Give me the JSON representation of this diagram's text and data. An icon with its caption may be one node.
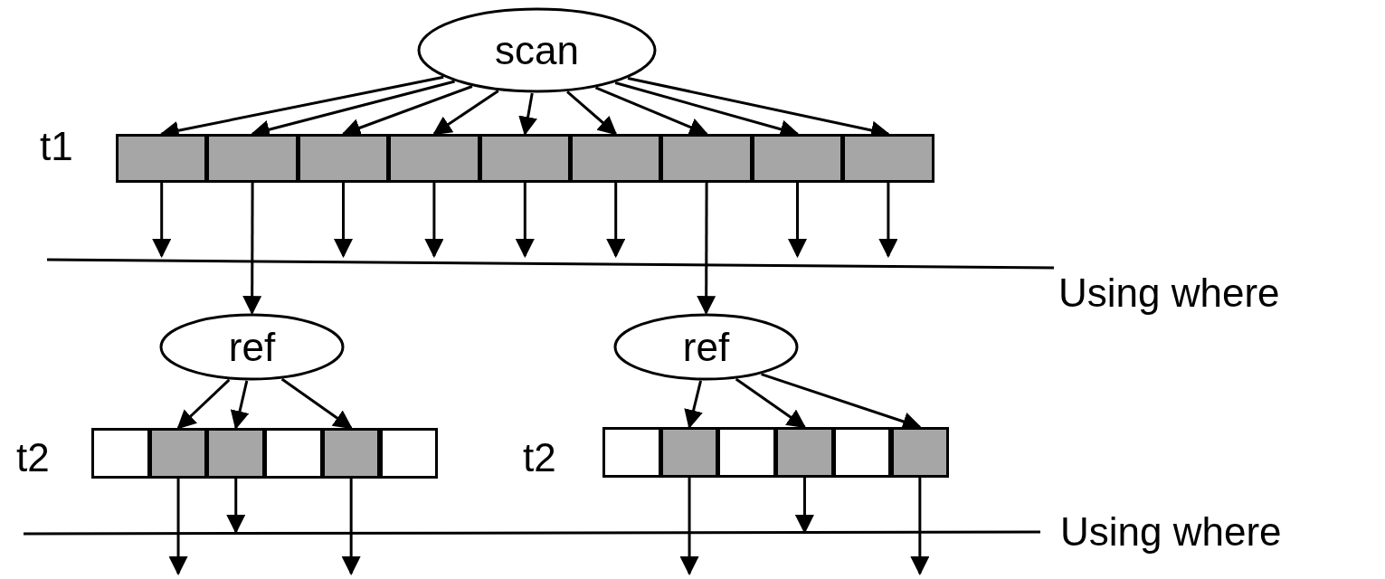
{
  "diagram": {
    "nodes": [
      {
        "text": [
          "scan"
        ]
      },
      {
        "text": [],
        "shape": "box"
      },
      {
        "text": [],
        "shape": "box"
      },
      {
        "text": [],
        "shape": "box"
      },
      {
        "text": [],
        "shape": "box"
      },
      {
        "text": [],
        "shape": "box"
      },
      {
        "text": [],
        "shape": "box"
      },
      {
        "text": [],
        "shape": "box"
      },
      {
        "text": [],
        "shape": "box"
      },
      {
        "text": [],
        "shape": "box"
      },
      {
        "text": [
          "ref"
        ]
      },
      {
        "text": [
          "ref"
        ]
      },
      {
        "text": [],
        "shape": "box"
      },
      {
        "text": [],
        "shape": "box"
      },
      {
        "text": [],
        "shape": "box"
      },
      {
        "text": [],
        "shape": "box"
      },
      {
        "text": [],
        "shape": "box"
      },
      {
        "text": [],
        "shape": "box"
      },
      {
        "text": [],
        "shape": "box"
      },
      {
        "text": [],
        "shape": "box"
      },
      {
        "text": [],
        "shape": "box"
      },
      {
        "text": [],
        "shape": "box"
      },
      {
        "text": [],
        "shape": "box"
      },
      {
        "text": [],
        "shape": "box"
      }
    ],
    "edges": [
      {
        "from": 0,
        "to": 1,
        "arrow": "to"
      },
      {
        "from": 0,
        "to": 2,
        "arrow": "to"
      },
      {
        "from": 0,
        "to": 3,
        "arrow": "to"
      },
      {
        "from": 0,
        "to": 4,
        "arrow": "to"
      },
      {
        "from": 0,
        "to": 5,
        "arrow": "to"
      },
      {
        "from": 0,
        "to": 6,
        "arrow": "to"
      },
      {
        "from": 0,
        "to": 7,
        "arrow": "to"
      },
      {
        "from": 0,
        "to": 8,
        "arrow": "to"
      },
      {
        "from": 0,
        "to": 9,
        "arrow": "to"
      },
      {
        "from": 1,
        "to": null,
        "arrow": "to"
      },
      {
        "from": 2,
        "to": 10,
        "arrow": "to"
      },
      {
        "from": 3,
        "to": null,
        "arrow": "to"
      },
      {
        "from": 4,
        "to": null,
        "arrow": "to"
      },
      {
        "from": 5,
        "to": null,
        "arrow": "to"
      },
      {
        "from": 6,
        "to": null,
        "arrow": "to"
      },
      {
        "from": 7,
        "to": 11,
        "arrow": "to"
      },
      {
        "from": 8,
        "to": null,
        "arrow": "to"
      },
      {
        "from": 9,
        "to": null,
        "arrow": "to"
      },
      {
        "from": 10,
        "to": 13,
        "arrow": "to"
      },
      {
        "from": 10,
        "to": 14,
        "arrow": "to"
      },
      {
        "from": 10,
        "to": 16,
        "arrow": "to"
      },
      {
        "from": 11,
        "to": 19,
        "arrow": "to"
      },
      {
        "from": 11,
        "to": 21,
        "arrow": "to"
      },
      {
        "from": 11,
        "to": 23,
        "arrow": "to"
      },
      {
        "from": 13,
        "to": null,
        "arrow": "to"
      },
      {
        "from": 14,
        "to": null,
        "arrow": "to"
      },
      {
        "from": 16,
        "to": null,
        "arrow": "to"
      },
      {
        "from": 19,
        "to": null,
        "arrow": "to"
      },
      {
        "from": 21,
        "to": null,
        "arrow": "to"
      },
      {
        "from": 23,
        "to": null,
        "arrow": "to"
      }
    ],
    "labels": [
      "t1",
      "Using where",
      "t2",
      "t2",
      "Using where"
    ]
  }
}
